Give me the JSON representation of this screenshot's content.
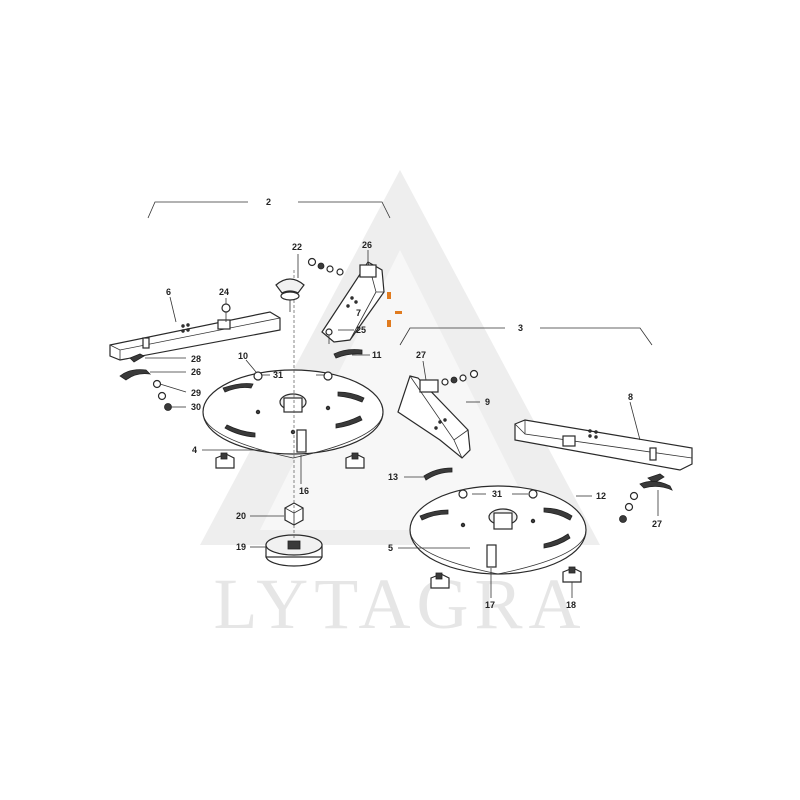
{
  "diagram": {
    "watermark": "LYTAGRA",
    "accent_color": "#e07b1f",
    "labels": {
      "l2": "2",
      "l3": "3",
      "l4": "4",
      "l5": "5",
      "l6": "6",
      "l7": "7",
      "l8": "8",
      "l9": "9",
      "l10": "10",
      "l11": "11",
      "l12": "12",
      "l13": "13",
      "l16": "16",
      "l17": "17",
      "l18": "18",
      "l19": "19",
      "l20": "20",
      "l22": "22",
      "l24": "24",
      "l25": "25",
      "l26a": "26",
      "l26b": "26",
      "l27a": "27",
      "l27b": "27",
      "l28": "28",
      "l29": "29",
      "l30": "30",
      "l31a": "31",
      "l31b": "31"
    }
  }
}
